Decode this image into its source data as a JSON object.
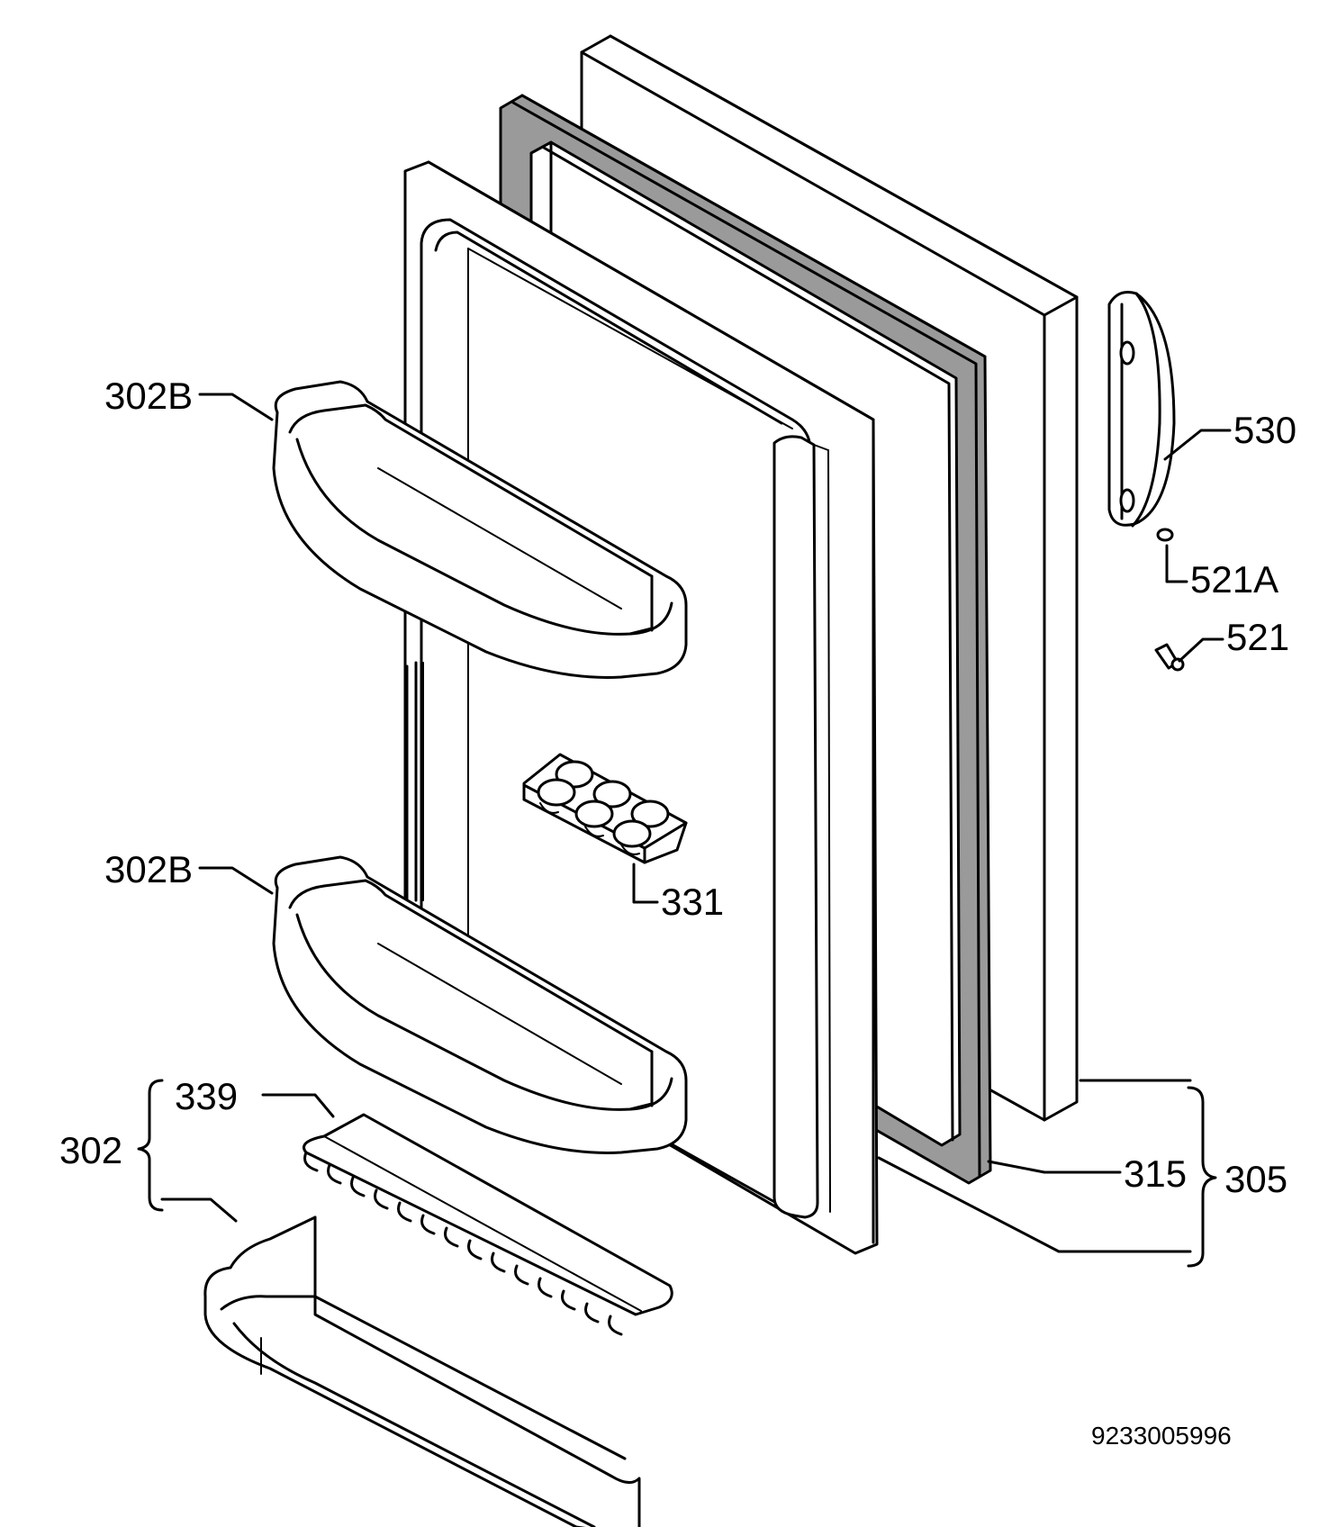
{
  "labels": {
    "shelf_top": "302B",
    "shelf_middle": "302B",
    "handle": "530",
    "cover": "521A",
    "screw": "521",
    "egg_tray": "331",
    "insert": "339",
    "bottom_group": "302",
    "gasket": "315",
    "door_group": "305"
  },
  "drawing_number": "9233005996"
}
